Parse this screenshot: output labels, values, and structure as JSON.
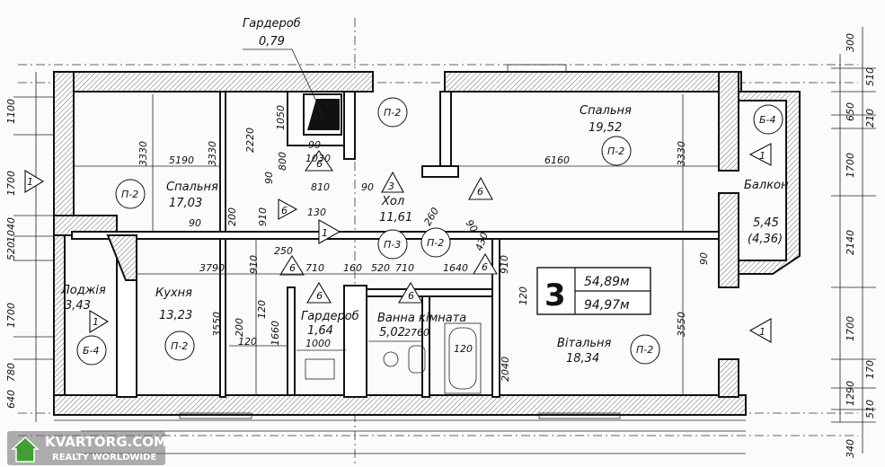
{
  "rooms": {
    "bedroom1": {
      "name": "Спальня",
      "area": "17,03"
    },
    "bedroom2": {
      "name": "Спальня",
      "area": "19,52"
    },
    "wardrobe_top": {
      "name": "Гардероб",
      "area": "0,79"
    },
    "hall": {
      "name": "Хол",
      "area": "11,61"
    },
    "kitchen": {
      "name": "Кухня",
      "area": "13,23"
    },
    "loggia": {
      "name": "Лоджія",
      "area": "3,43"
    },
    "wardrobe2": {
      "name": "Гардероб",
      "area": "1,64"
    },
    "bathroom": {
      "name": "Ванна кімната",
      "area": "5,02"
    },
    "living": {
      "name": "Вітальня",
      "area": "18,34"
    },
    "balcony": {
      "name": "Балкон",
      "area": "5,45",
      "area2": "(4,36)"
    }
  },
  "summary": {
    "rooms": "3",
    "living_area": "54,89",
    "total_area": "94,97",
    "unit": "м"
  },
  "tags": {
    "p2": "П-2",
    "p3": "П-3",
    "b4": "Б-4",
    "t1": "1",
    "t3": "3",
    "t6": "6"
  },
  "dims": {
    "d5190": "5190",
    "d3330": "3330",
    "d2220": "2220",
    "d1050": "1050",
    "d90": "90",
    "d800": "800",
    "d1030": "1030",
    "d810": "810",
    "d200": "200",
    "d910": "910",
    "d130": "130",
    "d250": "250",
    "d3790": "3790",
    "d710": "710",
    "d160": "160",
    "d520": "520",
    "d1640": "1640",
    "d3550": "3550",
    "d120": "120",
    "d1660": "1660",
    "d1000": "1000",
    "d2760": "2760",
    "d2040": "2040",
    "d6160": "6160",
    "d260": "260",
    "d430": "430",
    "left_1100": "1100",
    "left_1700": "1700",
    "left_1040": "1040",
    "left_520": "520",
    "left_1700b": "1700",
    "left_780": "780",
    "left_640": "640",
    "r300": "300",
    "r510": "510",
    "r650": "650",
    "r210": "210",
    "r1700": "1700",
    "r2140": "2140",
    "r1700b": "1700",
    "r1290": "1290",
    "r170": "170",
    "r510b": "510",
    "r340": "340"
  },
  "watermark": {
    "line1": "KVARTORG.COM",
    "line2": "REALTY WORLDWIDE"
  }
}
